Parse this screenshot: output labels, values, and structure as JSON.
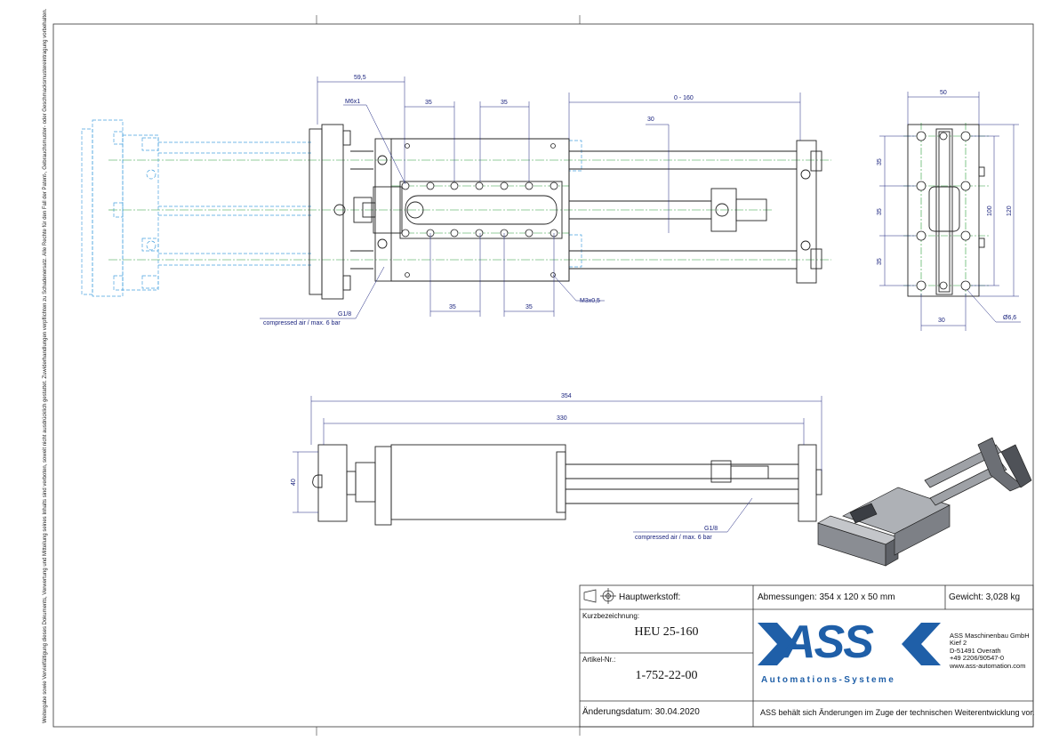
{
  "side_note": "Weitergabe sowie Vervielfältigung dieses Dokuments, Verwertung und Mitteilung seines Inhalts sind verboten, soweit nicht ausdrücklich gestattet. Zuwiderhandlungen verpflichten zu Schadenersatz. Alle Rechte für den Fall der Patent-, Gebrauchsmuster- oder Geschmacksmustereintragung vorbehalten.",
  "top_view": {
    "dims": {
      "d59_5": "59,5",
      "d35_a": "35",
      "d35_b": "35",
      "d0_160": "0 - 160",
      "d30": "30",
      "d35_c": "35",
      "d35_d": "35"
    },
    "labels": {
      "m6x1": "M6x1",
      "m3x0_5": "M3x0,5",
      "g1_8": "G1/8",
      "compressed_air": "compressed air / max. 6 bar"
    }
  },
  "end_view": {
    "dims": {
      "d50": "50",
      "d35_a": "35",
      "d35_b": "35",
      "d35_c": "35",
      "d100": "100",
      "d120": "120",
      "d30": "30",
      "d6_6": "Ø6,6"
    }
  },
  "side_view": {
    "dims": {
      "d354": "354",
      "d330": "330",
      "d40": "40"
    },
    "labels": {
      "g1_8": "G1/8",
      "compressed_air": "compressed air / max. 6 bar"
    }
  },
  "title_block": {
    "material_label": "Hauptwerkstoff:",
    "dimensions_label": "Abmessungen: 354 x 120 x 50 mm",
    "weight_label": "Gewicht: 3,028 kg",
    "short_name_label": "Kurzbezeichnung:",
    "short_name_value": "HEU 25-160",
    "article_label": "Artikel-Nr.:",
    "article_value": "1-752-22-00",
    "logo_text": "ASS",
    "logo_subtitle": "Automations-Systeme",
    "company_name": "ASS Maschinenbau GmbH",
    "company_street": "Kief 2",
    "company_city": "D-51491 Overath",
    "company_phone": "+49 2206/90547-0",
    "company_web": "www.ass-automation.com",
    "change_date": "Änderungsdatum: 30.04.2020",
    "disclaimer": "ASS behält sich Änderungen im Zuge der technischen Weiterentwicklung vor.",
    "logo_color": "#1f5fa8"
  }
}
